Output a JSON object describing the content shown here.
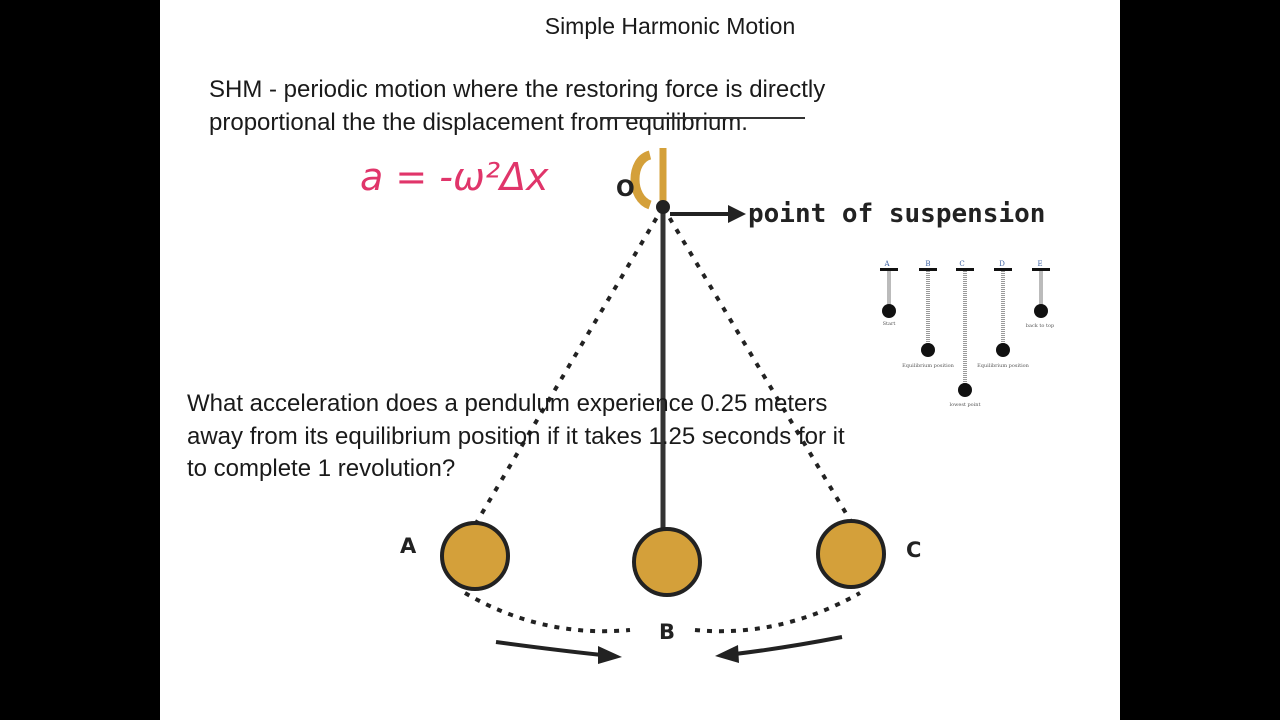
{
  "slide": {
    "title": "Simple Harmonic Motion",
    "definition_lines": [
      "SHM - periodic motion where the restoring force is directly",
      "proportional the the displacement from equilibrium."
    ],
    "handwritten_formula": "a = -ω²Δx",
    "question_lines": [
      "What acceleration does a pendulum experience 0.25 meters",
      "away from its equilibrium position if it takes 1.25 seconds for it",
      "to complete 1 revolution?"
    ]
  },
  "pendulum_diagram": {
    "pivot_label": "O",
    "suspension_label": "point of suspension",
    "position_labels": [
      "A",
      "B",
      "C"
    ],
    "bob_color": "#D4A03A",
    "accent_color": "#E0356A"
  },
  "mini_diagram": {
    "stage_letters": [
      "A",
      "B",
      "C",
      "D",
      "E"
    ],
    "captions": {
      "start": "Start",
      "equilibrium_left": "Equilibrium position",
      "lowest": "lowest point",
      "equilibrium_right": "Equilibrium position",
      "back": "back to top"
    }
  }
}
